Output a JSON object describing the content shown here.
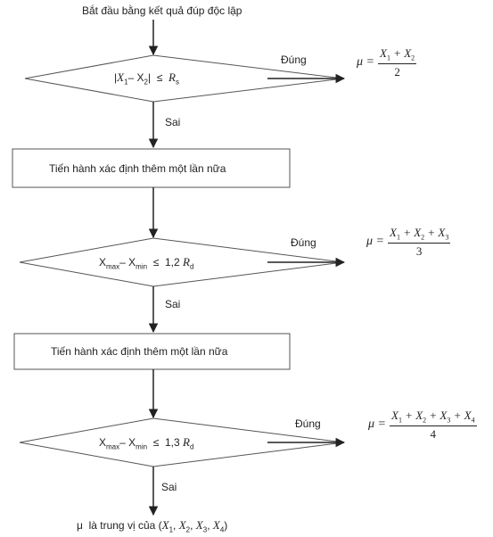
{
  "start_text": "Bắt đầu bằng kết quả đúp độc lập",
  "decisions": [
    {
      "condition": "|X1– X2|  ≤  Rs",
      "yes_label": "Đúng",
      "no_label": "Sai",
      "formula": "μ = (X1 + X2)/2"
    },
    {
      "condition": "Xmax– Xmin  ≤  1,2 Rd",
      "yes_label": "Đúng",
      "no_label": "Sai",
      "formula": "μ = (X1 + X2 + X3)/3"
    },
    {
      "condition": "Xmax– Xmin  ≤  1,3 Rd",
      "yes_label": "Đúng",
      "no_label": "Sai",
      "formula": "μ = (X1 + X2 + X3 + X4)/4"
    }
  ],
  "processes": [
    {
      "text": "Tiến hành xác định thêm một lần nữa"
    },
    {
      "text": "Tiến hành xác định thêm một lần nữa"
    }
  ],
  "end_text": "μ là trung vị của (X1, X2, X3, X4)",
  "colors": {
    "line": "#222222",
    "background": "#ffffff"
  }
}
